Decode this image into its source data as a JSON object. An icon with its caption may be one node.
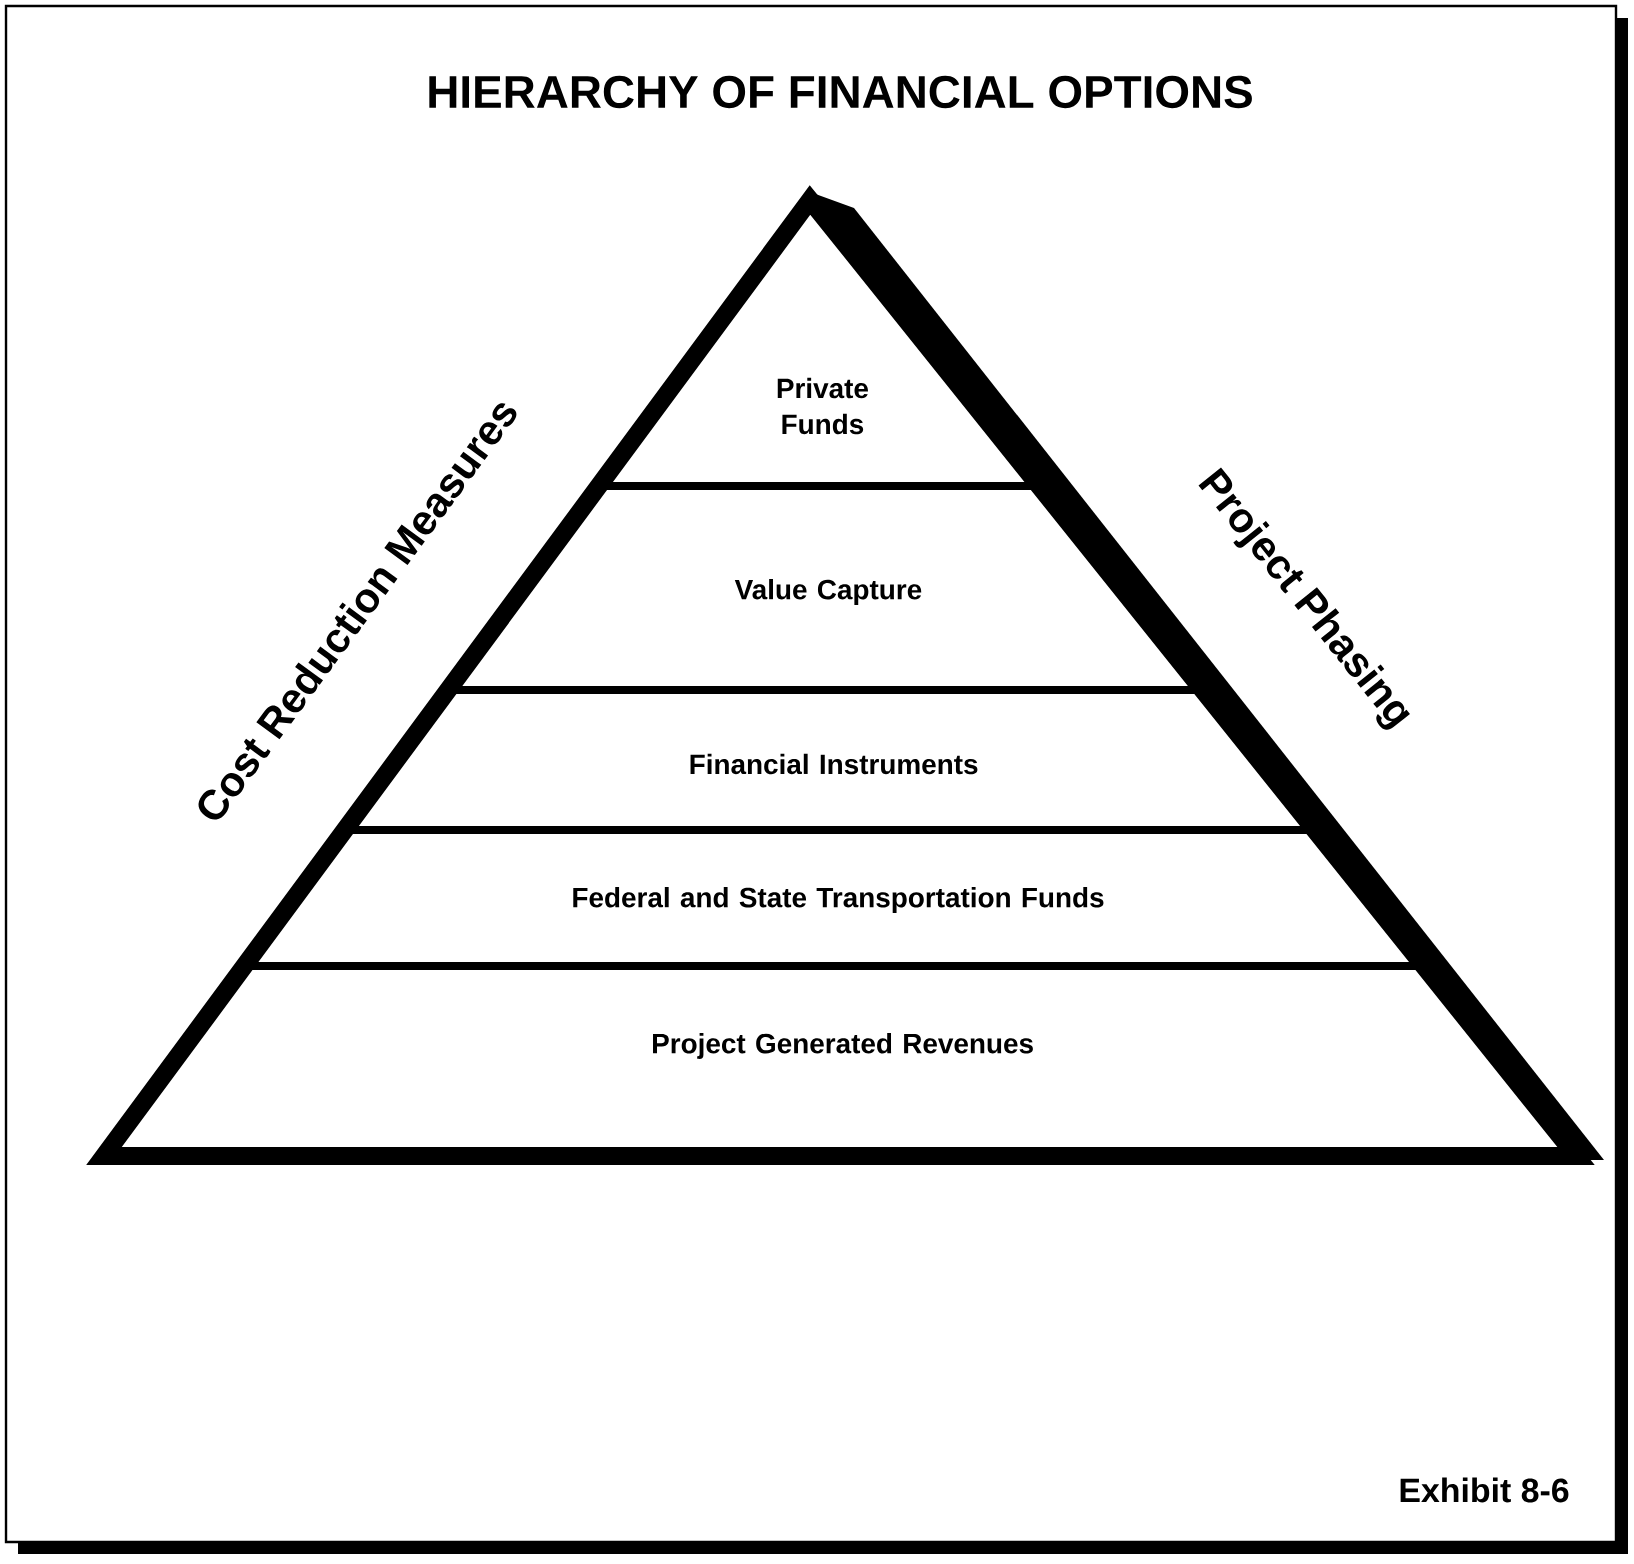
{
  "diagram": {
    "title": "HIERARCHY OF FINANCIAL OPTIONS",
    "nodes": [
      {
        "text": [
          "Private Funds"
        ]
      },
      {
        "text": [
          "Value Capture"
        ]
      },
      {
        "text": [
          "Financial Instruments"
        ]
      },
      {
        "text": [
          "Federal and State Transportation Funds"
        ]
      },
      {
        "text": [
          "Project Generated Revenues"
        ]
      }
    ],
    "labels": [
      "Cost Reduction Measures",
      "Project Phasing",
      "Exhibit 8-6"
    ]
  }
}
